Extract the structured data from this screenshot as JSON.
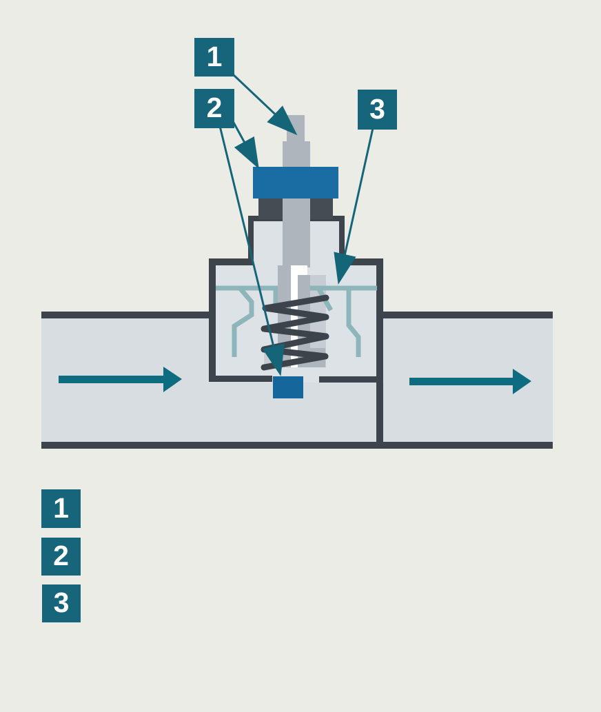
{
  "diagram": {
    "kind": "valve-cross-section-schematic",
    "callouts": [
      {
        "id": "callout-1",
        "label": "1"
      },
      {
        "id": "callout-2",
        "label": "2"
      },
      {
        "id": "callout-3",
        "label": "3"
      }
    ],
    "legend": [
      {
        "key": "1",
        "label": ""
      },
      {
        "key": "2",
        "label": ""
      },
      {
        "key": "3",
        "label": ""
      }
    ],
    "colors": {
      "background": "#ECECE7",
      "pipe_fill": "#D8DDE2",
      "chamber_fill": "#DDE2E6",
      "body_outline": "#3D444C",
      "gland_collar": "#454C54",
      "stem_gray": "#AEB5BD",
      "stem_light_gray": "#C7CDD3",
      "membrane_teal": "#8EB6BA",
      "spring_dark": "#3C434B",
      "nut_blue": "#1A6DA3",
      "plug_blue": "#15679B",
      "label_box_teal": "#17657B",
      "callout_line_teal": "#156579",
      "flow_arrow_teal": "#0E6C80"
    }
  }
}
